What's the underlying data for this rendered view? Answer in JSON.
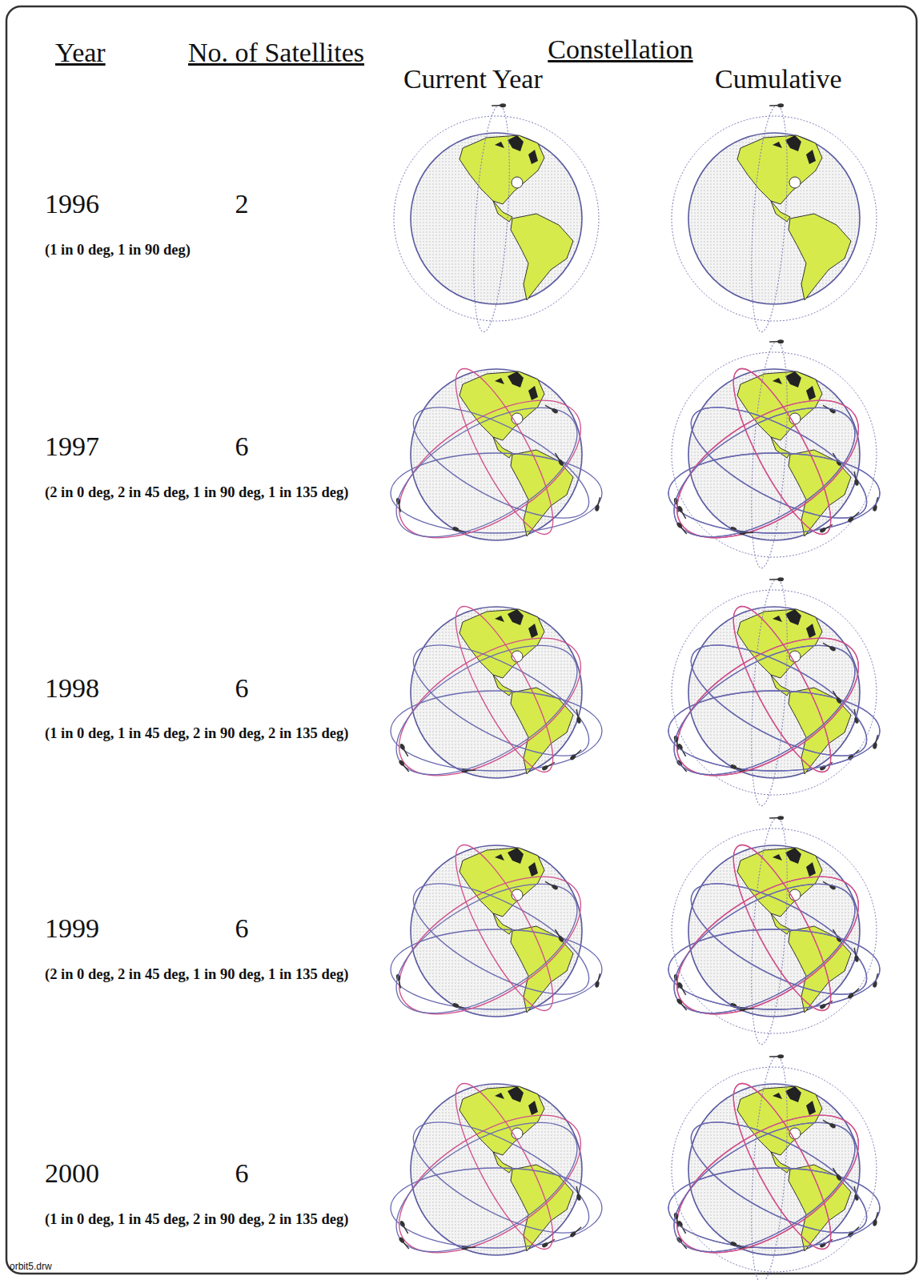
{
  "diagram": {
    "labels": [
      "Year",
      "No. of Satellites",
      "Constellation",
      "Current Year",
      "Cumulative",
      "1996",
      "2",
      "(1 in 0 deg, 1 in  90 deg)",
      "1997",
      "6",
      "(2 in 0 deg, 2 in 45 deg, 1 in 90 deg, 1 in 135 deg)",
      "1998",
      "6",
      "(1 in 0 deg, 1 in 45 deg, 2 in 90 deg, 2 in 135 deg)",
      "1999",
      "6",
      "(2 in 0 deg, 2 in 45 deg, 1 in 90 deg, 1 in 135 deg)",
      "2000",
      "6",
      "(1 in 0 deg, 1 in 45 deg, 2 in 90 deg, 2 in 135 deg)",
      "orbit5.drw"
    ]
  }
}
